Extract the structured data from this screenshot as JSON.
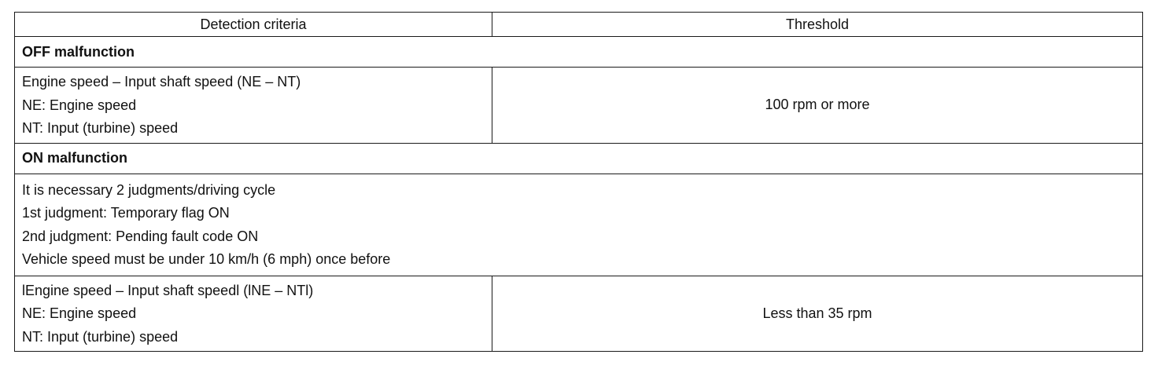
{
  "table": {
    "headers": [
      "Detection criteria",
      "Threshold"
    ],
    "sections": [
      {
        "title": "OFF malfunction",
        "note_lines": [],
        "criteria_lines": [
          "Engine speed – Input shaft speed (NE – NT)",
          "NE: Engine speed",
          "NT: Input (turbine) speed"
        ],
        "threshold": "100 rpm or more"
      },
      {
        "title": "ON malfunction",
        "note_lines": [
          "It is necessary 2 judgments/driving cycle",
          "1st judgment: Temporary flag ON",
          "2nd judgment: Pending fault code ON",
          "Vehicle speed must be under 10 km/h (6 mph) once before"
        ],
        "criteria_lines": [
          "lEngine speed – Input shaft speedl (lNE – NTl)",
          "NE: Engine speed",
          "NT: Input (turbine) speed"
        ],
        "threshold": "Less than 35 rpm"
      }
    ]
  }
}
